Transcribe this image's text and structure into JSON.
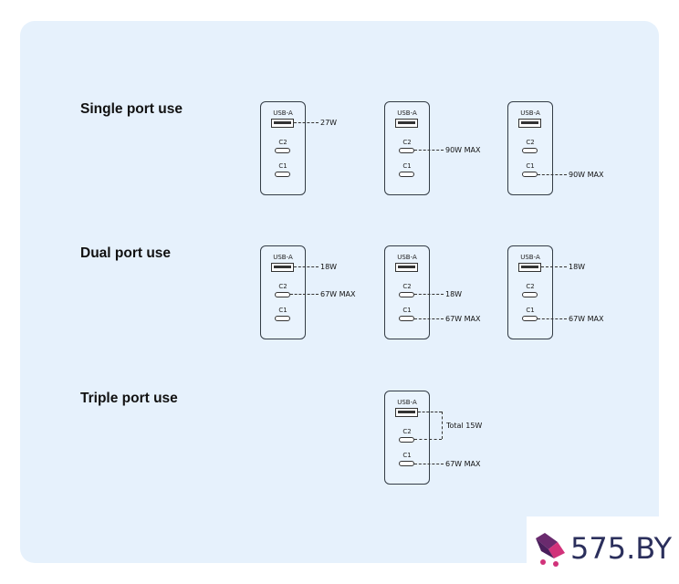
{
  "sections": {
    "single": "Single port use",
    "dual": "Dual port use",
    "triple": "Triple port use"
  },
  "ports": {
    "a": "USB-A",
    "c2": "C2",
    "c1": "C1"
  },
  "single": [
    {
      "usba": "27W",
      "c2": "",
      "c1": ""
    },
    {
      "usba": "",
      "c2": "90W MAX",
      "c1": ""
    },
    {
      "usba": "",
      "c2": "",
      "c1": "90W MAX"
    }
  ],
  "dual": [
    {
      "usba": "18W",
      "c2": "67W MAX",
      "c1": ""
    },
    {
      "usba": "",
      "c2": "18W",
      "c1": "67W MAX"
    },
    {
      "usba": "18W",
      "c2": "",
      "c1": "67W MAX"
    }
  ],
  "triple": {
    "usba_c2": "Total 15W",
    "c1": "67W MAX"
  },
  "logo": {
    "text": "575.BY",
    "accent_color": "#d1327a",
    "text_color": "#2b2f5c"
  }
}
